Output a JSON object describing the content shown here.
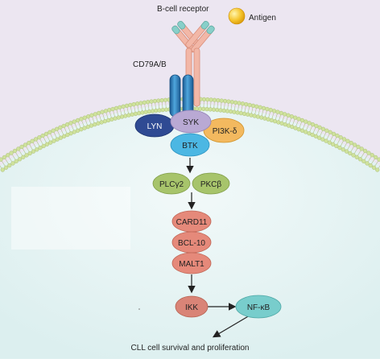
{
  "labels": {
    "bcr": "B-cell receptor",
    "antigen": "Antigen",
    "cd79": "CD79A/B",
    "outcome": "CLL cell survival and proliferation"
  },
  "nodes": {
    "lyn": "LYN",
    "syk": "SYK",
    "pi3k": "PI3K-δ",
    "btk": "BTK",
    "plcg2": "PLCγ2",
    "pkcb": "PKCβ",
    "card11": "CARD11",
    "bcl10": "BCL-10",
    "malt1": "MALT1",
    "ikk": "IKK",
    "nfkb": "NF-κB"
  },
  "colors": {
    "extracellular": "#ece6f1",
    "cytoplasm": "#e7f3f3",
    "membrane_head": "#cfe29c",
    "lyn": "#2f4a93",
    "syk": "#b9a9d4",
    "pi3k": "#f3b95f",
    "btk": "#4cb7e3",
    "plc_pkc": "#a7c46b",
    "card_bcl_malt": "#e5897a",
    "ikk": "#d98477",
    "nfkb": "#78cdcc",
    "receptor": "#f2b7a7",
    "receptor_tip": "#88cfc9",
    "cd79": "#2d79b6",
    "antigen": "#f5c42c"
  }
}
